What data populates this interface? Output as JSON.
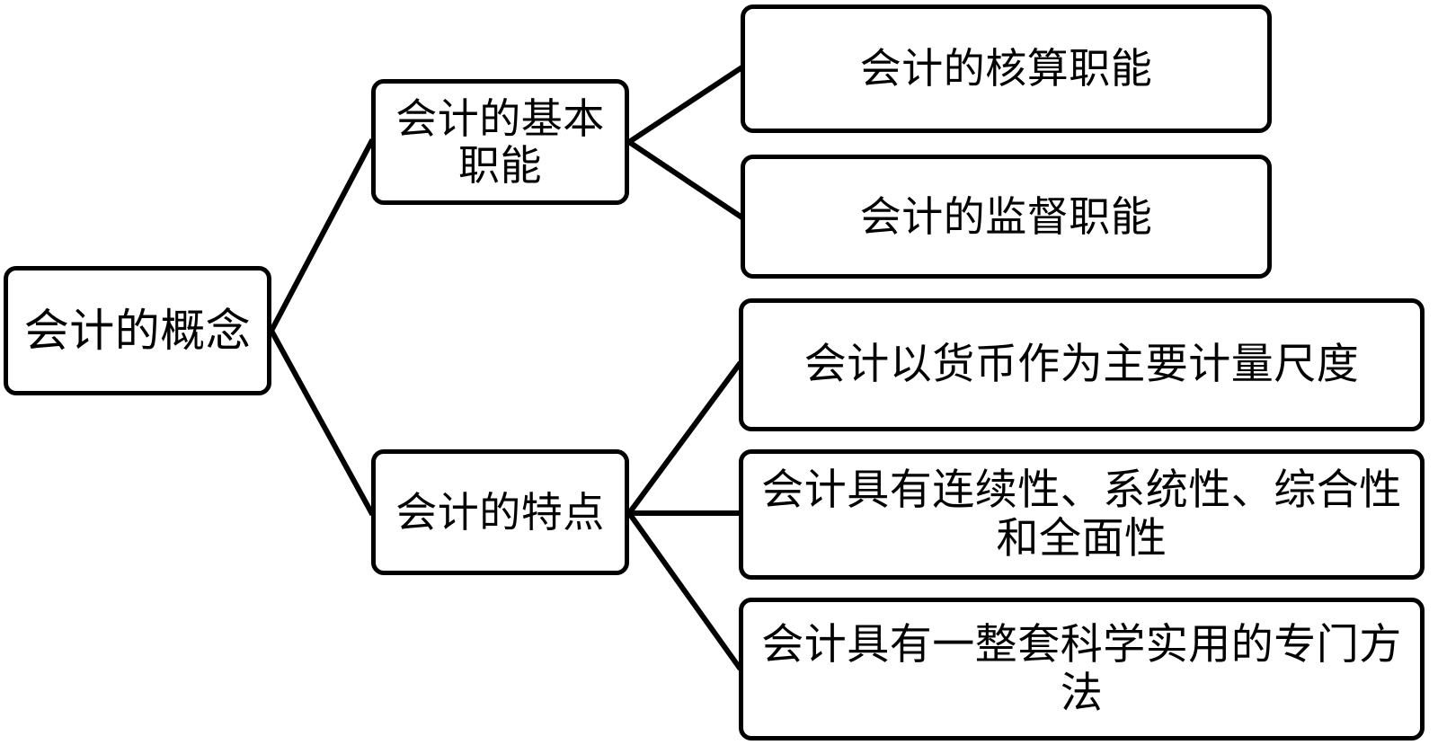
{
  "diagram": {
    "type": "mind-map",
    "title": "会计的概念",
    "orientation": "left-to-right",
    "background_color": "#ffffff",
    "line_color": "#000000",
    "box_border_color": "#000000",
    "box_fill_color": "#ffffff",
    "text_color": "#000000"
  },
  "nodes": {
    "root": {
      "id": "root",
      "label": "会计的概念",
      "level": 1
    },
    "branch_functions": {
      "id": "branch-functions",
      "label": "会计的基本\n职能",
      "level": 2
    },
    "branch_features": {
      "id": "branch-features",
      "label": "会计的特点",
      "level": 2
    },
    "leaf_accounting_function": {
      "id": "leaf-accounting-function",
      "label": "会计的核算职能",
      "level": 3
    },
    "leaf_supervision_function": {
      "id": "leaf-supervision-function",
      "label": "会计的监督职能",
      "level": 3
    },
    "leaf_currency_measure": {
      "id": "leaf-currency-measure",
      "label": "会计以货币作为主要计量尺度",
      "level": 3
    },
    "leaf_continuity": {
      "id": "leaf-continuity",
      "label": "会计具有连续性、系统性、综合性\n和全面性",
      "level": 3
    },
    "leaf_methods": {
      "id": "leaf-methods",
      "label": "会计具有一整套科学实用的专门方\n法",
      "level": 3
    }
  },
  "edges": [
    {
      "from": "root",
      "to": "branch_functions"
    },
    {
      "from": "root",
      "to": "branch_features"
    },
    {
      "from": "branch_functions",
      "to": "leaf_accounting_function"
    },
    {
      "from": "branch_functions",
      "to": "leaf_supervision_function"
    },
    {
      "from": "branch_features",
      "to": "leaf_currency_measure"
    },
    {
      "from": "branch_features",
      "to": "leaf_continuity"
    },
    {
      "from": "branch_features",
      "to": "leaf_methods"
    }
  ]
}
